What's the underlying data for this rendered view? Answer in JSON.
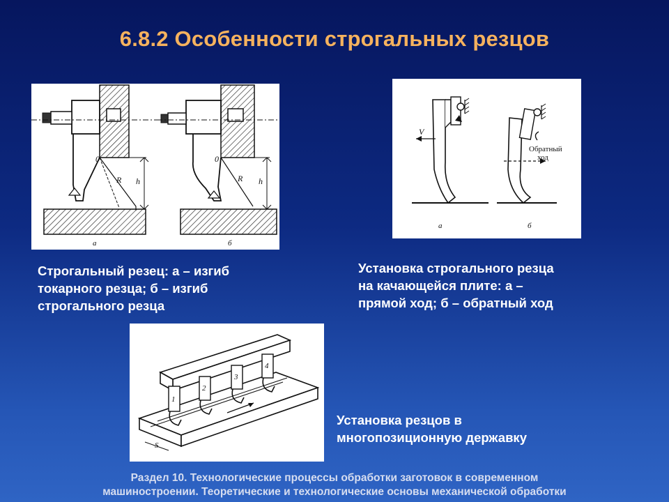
{
  "slide": {
    "title": "6.8.2 Особенности строгальных резцов"
  },
  "figure1": {
    "caption": "Строгальный резец: а – изгиб\nтокарного резца; б – изгиб\nстрогального резца",
    "labels": {
      "o_left": "0",
      "o_right": "0",
      "r_left": "R",
      "r_right": "R",
      "h_left": "h",
      "h_right": "h",
      "a": "а",
      "b": "б"
    }
  },
  "figure2": {
    "caption": "Установка строгального резца\nна качающейся плите: а –\nпрямой ход; б – обратный ход",
    "labels": {
      "v": "V",
      "reverse_line1": "Обратный",
      "reverse_line2": "ход",
      "a": "а",
      "b": "б"
    }
  },
  "figure3": {
    "caption": "Установка резцов в\nмногопозиционную державку",
    "labels": {
      "n1": "1",
      "n2": "2",
      "n3": "3",
      "n4": "4",
      "s": "S"
    }
  },
  "footer": {
    "text": "Раздел 10. Технологические процессы обработки заготовок в современном\nмашиностроении. Теоретические и технологические основы механической обработки"
  }
}
